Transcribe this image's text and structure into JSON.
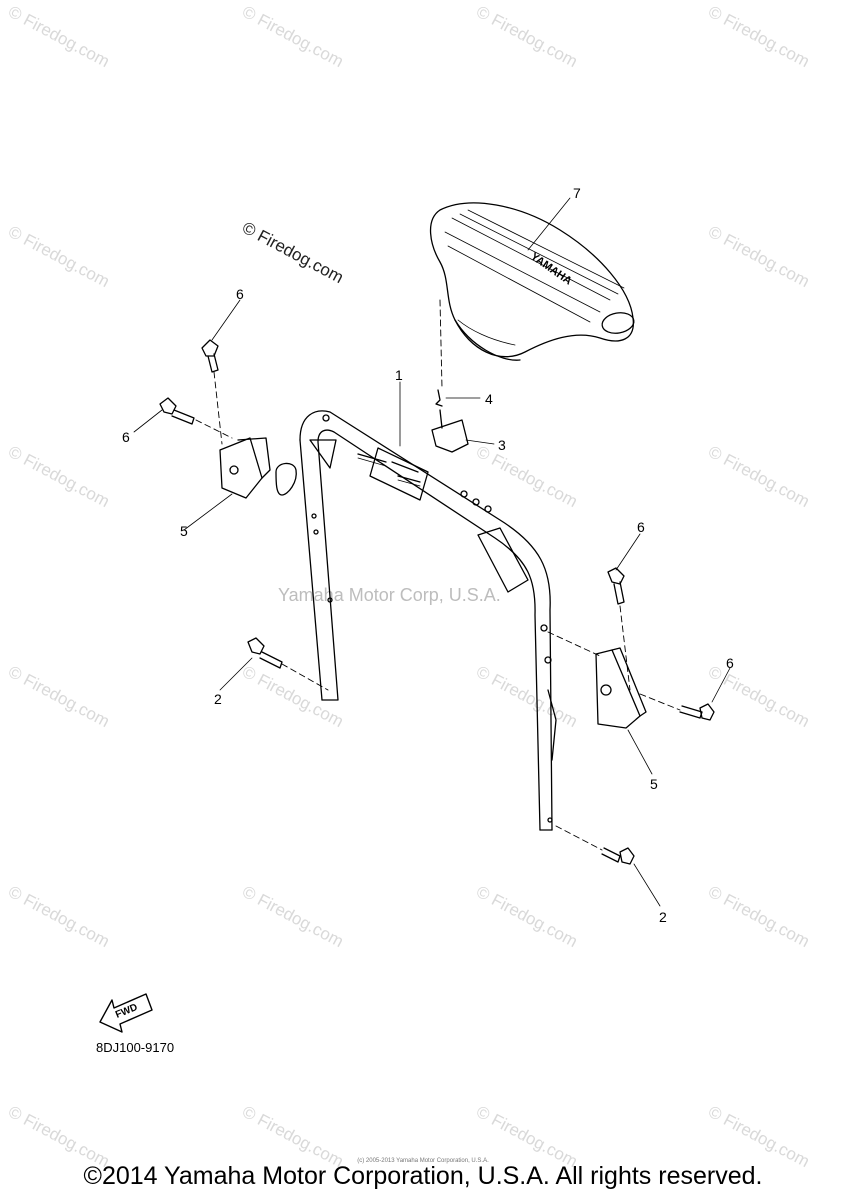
{
  "watermark": {
    "text": "© Firedog.com"
  },
  "diagram": {
    "center_mark": "Yamaha Motor Corp, U.S.A.",
    "drawing_code": "8DJ100-9170",
    "fwd_label": "FWD",
    "seat_logo": "YAMAHA",
    "callouts": {
      "c1": "1",
      "c2": "2",
      "c3": "3",
      "c4": "4",
      "c5": "5",
      "c6": "6",
      "c7": "7"
    }
  },
  "footer": {
    "copyright": "©2014 Yamaha Motor Corporation, U.S.A. All rights reserved.",
    "fine_print": "(c) 2005-2013 Yamaha Motor Corporation, U.S.A."
  }
}
